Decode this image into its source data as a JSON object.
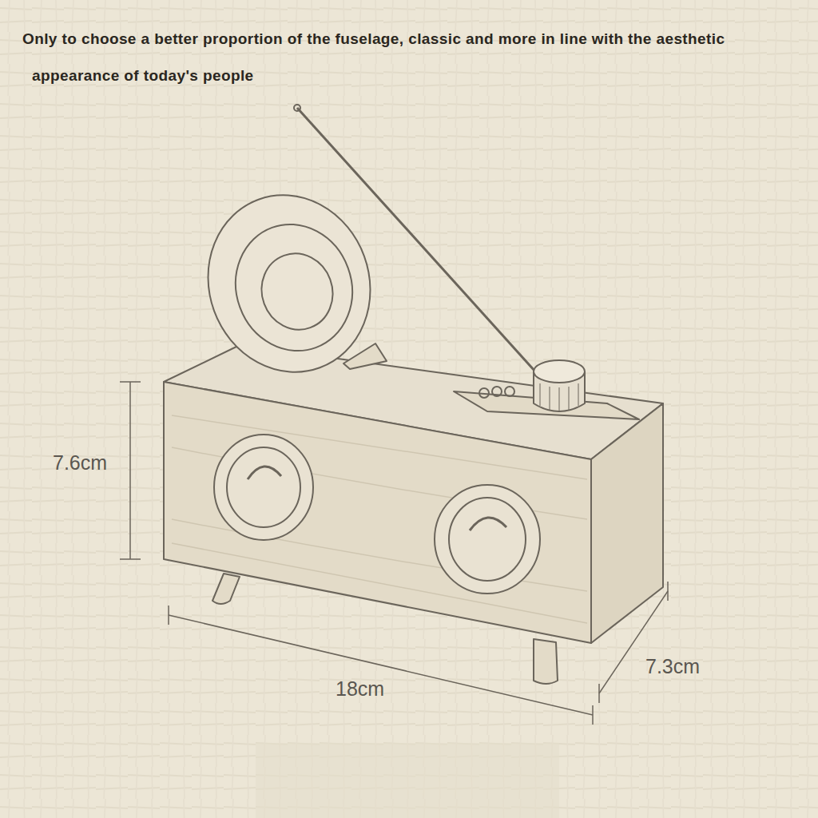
{
  "diagram": {
    "title": "Only to choose a better proportion of the fuselage, classic and more in line with the aesthetic appearance of today's people",
    "labels": [
      "7.6cm",
      "18cm",
      "7.3cm"
    ]
  }
}
